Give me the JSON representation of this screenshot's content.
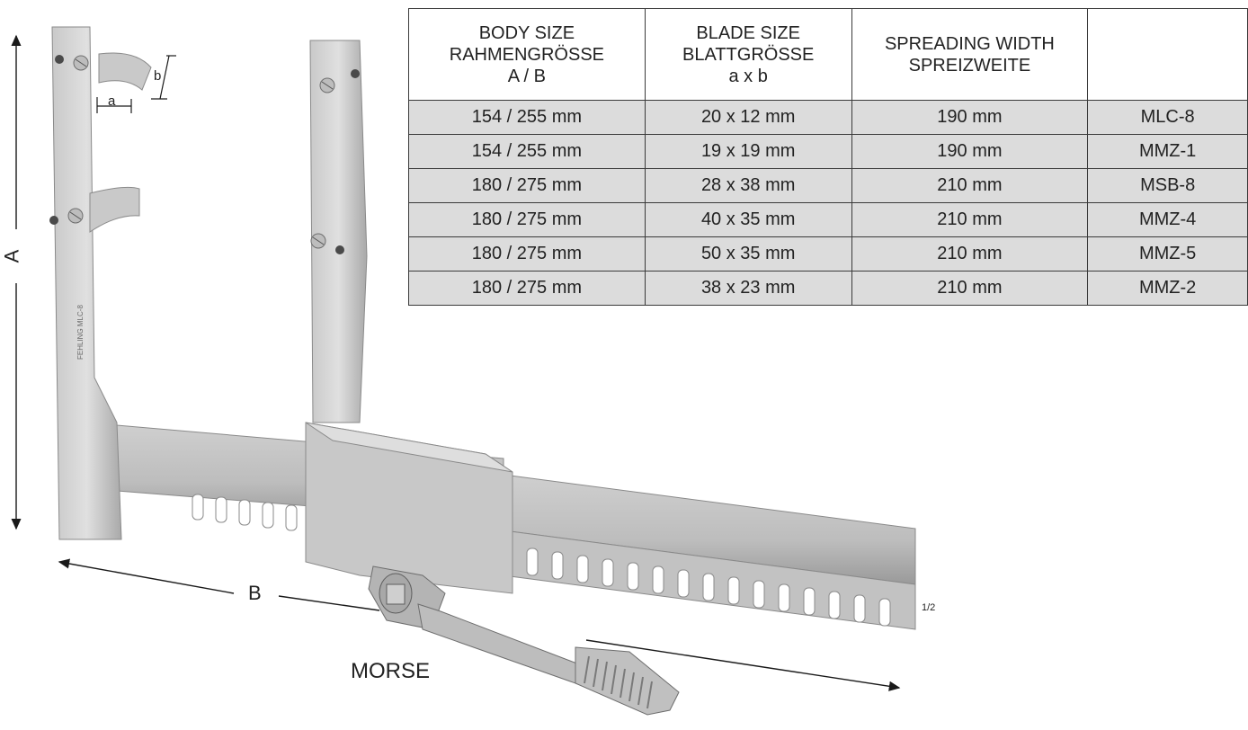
{
  "table": {
    "headers": [
      [
        "BODY SIZE",
        "RAHMENGRÖSSE",
        "A / B"
      ],
      [
        "BLADE SIZE",
        "BLATTGRÖSSE",
        "a x b"
      ],
      [
        "SPREADING WIDTH",
        "SPREIZWEITE"
      ],
      []
    ],
    "rows": [
      [
        "154 / 255 mm",
        "20 x 12 mm",
        "190 mm",
        "MLC-8"
      ],
      [
        "154 / 255 mm",
        "19 x 19 mm",
        "190 mm",
        "MMZ-1"
      ],
      [
        "180 / 275 mm",
        "28 x 38 mm",
        "210 mm",
        "MSB-8"
      ],
      [
        "180 / 275 mm",
        "40 x 35 mm",
        "210 mm",
        "MMZ-4"
      ],
      [
        "180 / 275 mm",
        "50 x 35 mm",
        "210 mm",
        "MMZ-5"
      ],
      [
        "180 / 275 mm",
        "38 x 23 mm",
        "210 mm",
        "MMZ-2"
      ]
    ]
  },
  "labels": {
    "dim_A": "A",
    "dim_B": "B",
    "dim_a": "a",
    "dim_b": "b",
    "product_name": "MORSE",
    "scale": "1/2",
    "engraving": "FEHLING MLC-8"
  },
  "colors": {
    "table_cell_bg": "#dcdcdc",
    "table_border": "#3a3a3a",
    "steel_light": "#d4d4d4",
    "steel_mid": "#b8b8b8",
    "steel_dark": "#8e8e8e"
  }
}
